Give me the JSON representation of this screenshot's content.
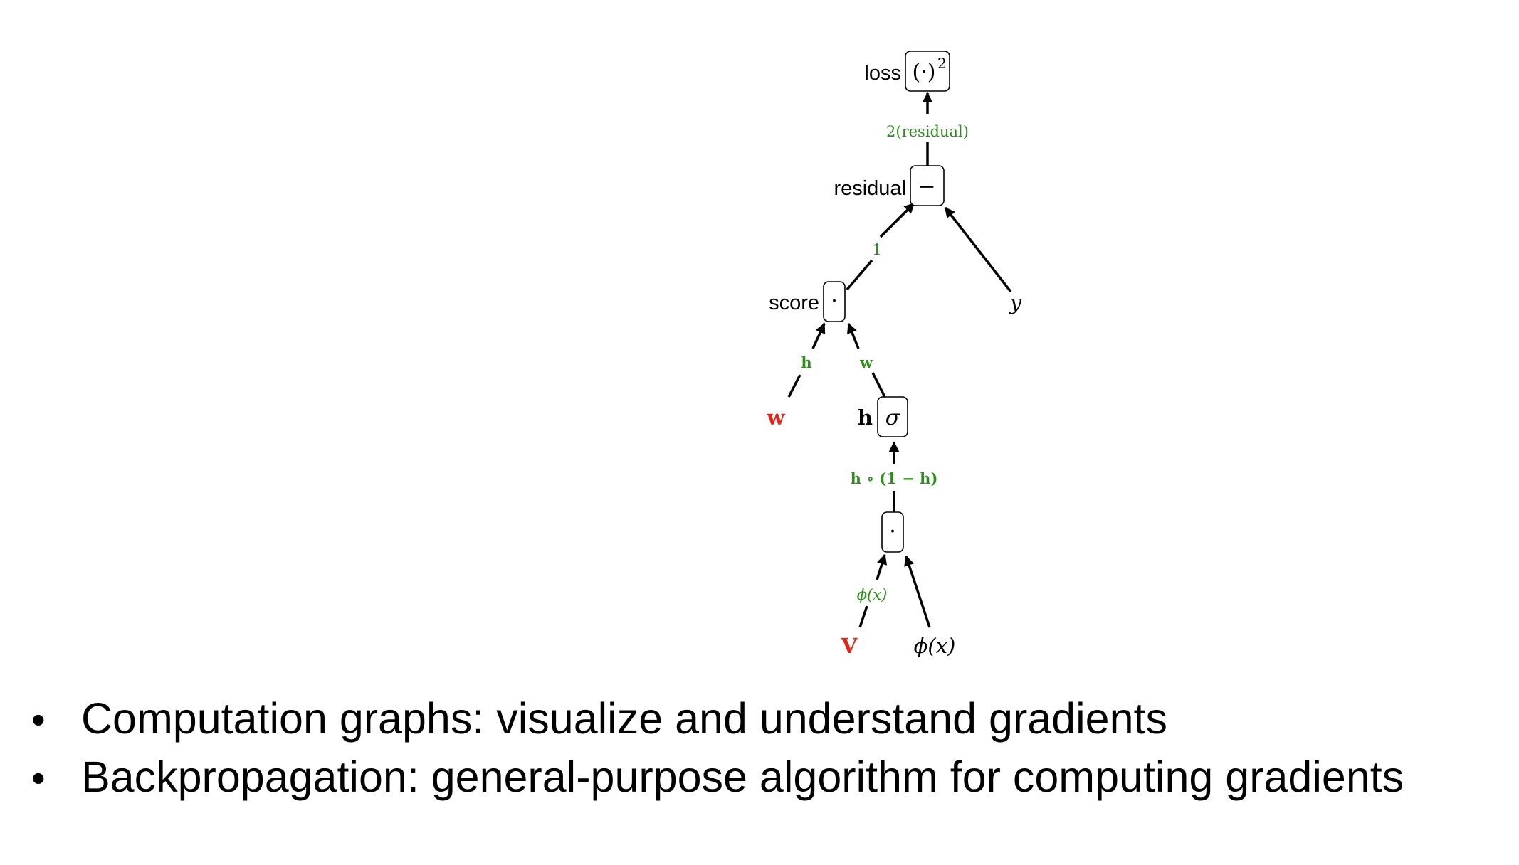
{
  "nodes": {
    "loss": {
      "label": "loss",
      "op": "(·)",
      "op_sup": "2"
    },
    "residual": {
      "label": "residual",
      "op": "−"
    },
    "score": {
      "label": "score",
      "op": "·"
    },
    "h": {
      "label": "h",
      "op": "σ"
    },
    "inner": {
      "label": "",
      "op": "·"
    }
  },
  "leaves": {
    "y": "y",
    "w": "w",
    "V": "V",
    "phi": "ϕ(x)"
  },
  "edge_labels": {
    "residual_to_loss": "2(residual)",
    "score_to_residual": "1",
    "w_to_score": "h",
    "h_to_score": "w",
    "inner_to_h": "h ∘ (1 − h)",
    "V_to_inner": "ϕ(x)"
  },
  "colors": {
    "edge_label": "#2e8b1e",
    "parameter": "#e0261c"
  },
  "bullets": [
    "Computation graphs: visualize and understand gradients",
    "Backpropagation: general-purpose algorithm for computing gradients"
  ]
}
